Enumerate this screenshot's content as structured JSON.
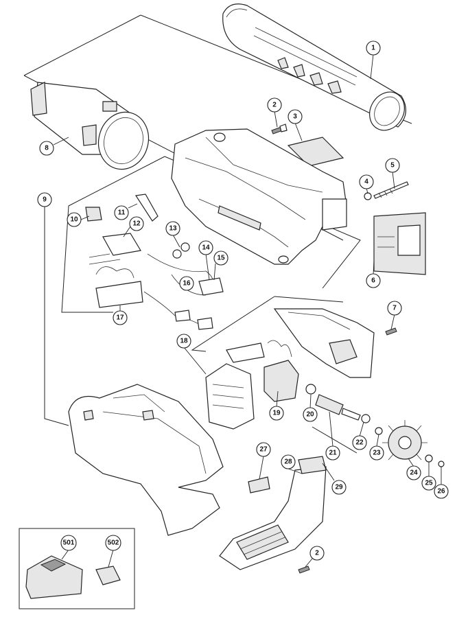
{
  "callouts": [
    {
      "id": "1",
      "label": "1"
    },
    {
      "id": "2",
      "label": "2"
    },
    {
      "id": "3",
      "label": "3"
    },
    {
      "id": "4",
      "label": "4"
    },
    {
      "id": "5",
      "label": "5"
    },
    {
      "id": "6",
      "label": "6"
    },
    {
      "id": "7",
      "label": "7"
    },
    {
      "id": "8",
      "label": "8"
    },
    {
      "id": "9",
      "label": "9"
    },
    {
      "id": "10",
      "label": "10"
    },
    {
      "id": "11",
      "label": "11"
    },
    {
      "id": "12",
      "label": "12"
    },
    {
      "id": "13",
      "label": "13"
    },
    {
      "id": "14",
      "label": "14"
    },
    {
      "id": "15",
      "label": "15"
    },
    {
      "id": "16",
      "label": "16"
    },
    {
      "id": "17",
      "label": "17"
    },
    {
      "id": "18",
      "label": "18"
    },
    {
      "id": "19",
      "label": "19"
    },
    {
      "id": "20",
      "label": "20"
    },
    {
      "id": "21",
      "label": "21"
    },
    {
      "id": "22",
      "label": "22"
    },
    {
      "id": "23",
      "label": "23"
    },
    {
      "id": "24",
      "label": "24"
    },
    {
      "id": "25",
      "label": "25"
    },
    {
      "id": "26",
      "label": "26"
    },
    {
      "id": "27",
      "label": "27"
    },
    {
      "id": "28",
      "label": "28"
    },
    {
      "id": "29",
      "label": "29"
    },
    {
      "id": "2b",
      "label": "2"
    },
    {
      "id": "501",
      "label": "501"
    },
    {
      "id": "502",
      "label": "502"
    }
  ]
}
